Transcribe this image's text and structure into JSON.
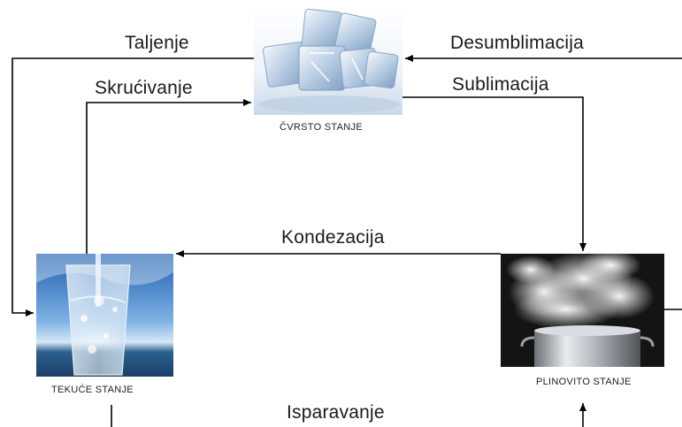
{
  "processes": {
    "melting": "Taljenje",
    "solidifying": "Skrućivanje",
    "deposition": "Desumblimacija",
    "sublimation": "Sublimacija",
    "condensation": "Kondezacija",
    "evaporation": "Isparavanje"
  },
  "states": {
    "solid": {
      "caption": "ČVRSTO STANJE",
      "image": "ice-cubes"
    },
    "liquid": {
      "caption": "TEKUĆE STANJE",
      "image": "glass-of-water"
    },
    "gas": {
      "caption": "PLINOVITO STANJE",
      "image": "steaming-pot"
    }
  },
  "colors": {
    "arrow": "#000000",
    "text": "#1a1a1a"
  }
}
